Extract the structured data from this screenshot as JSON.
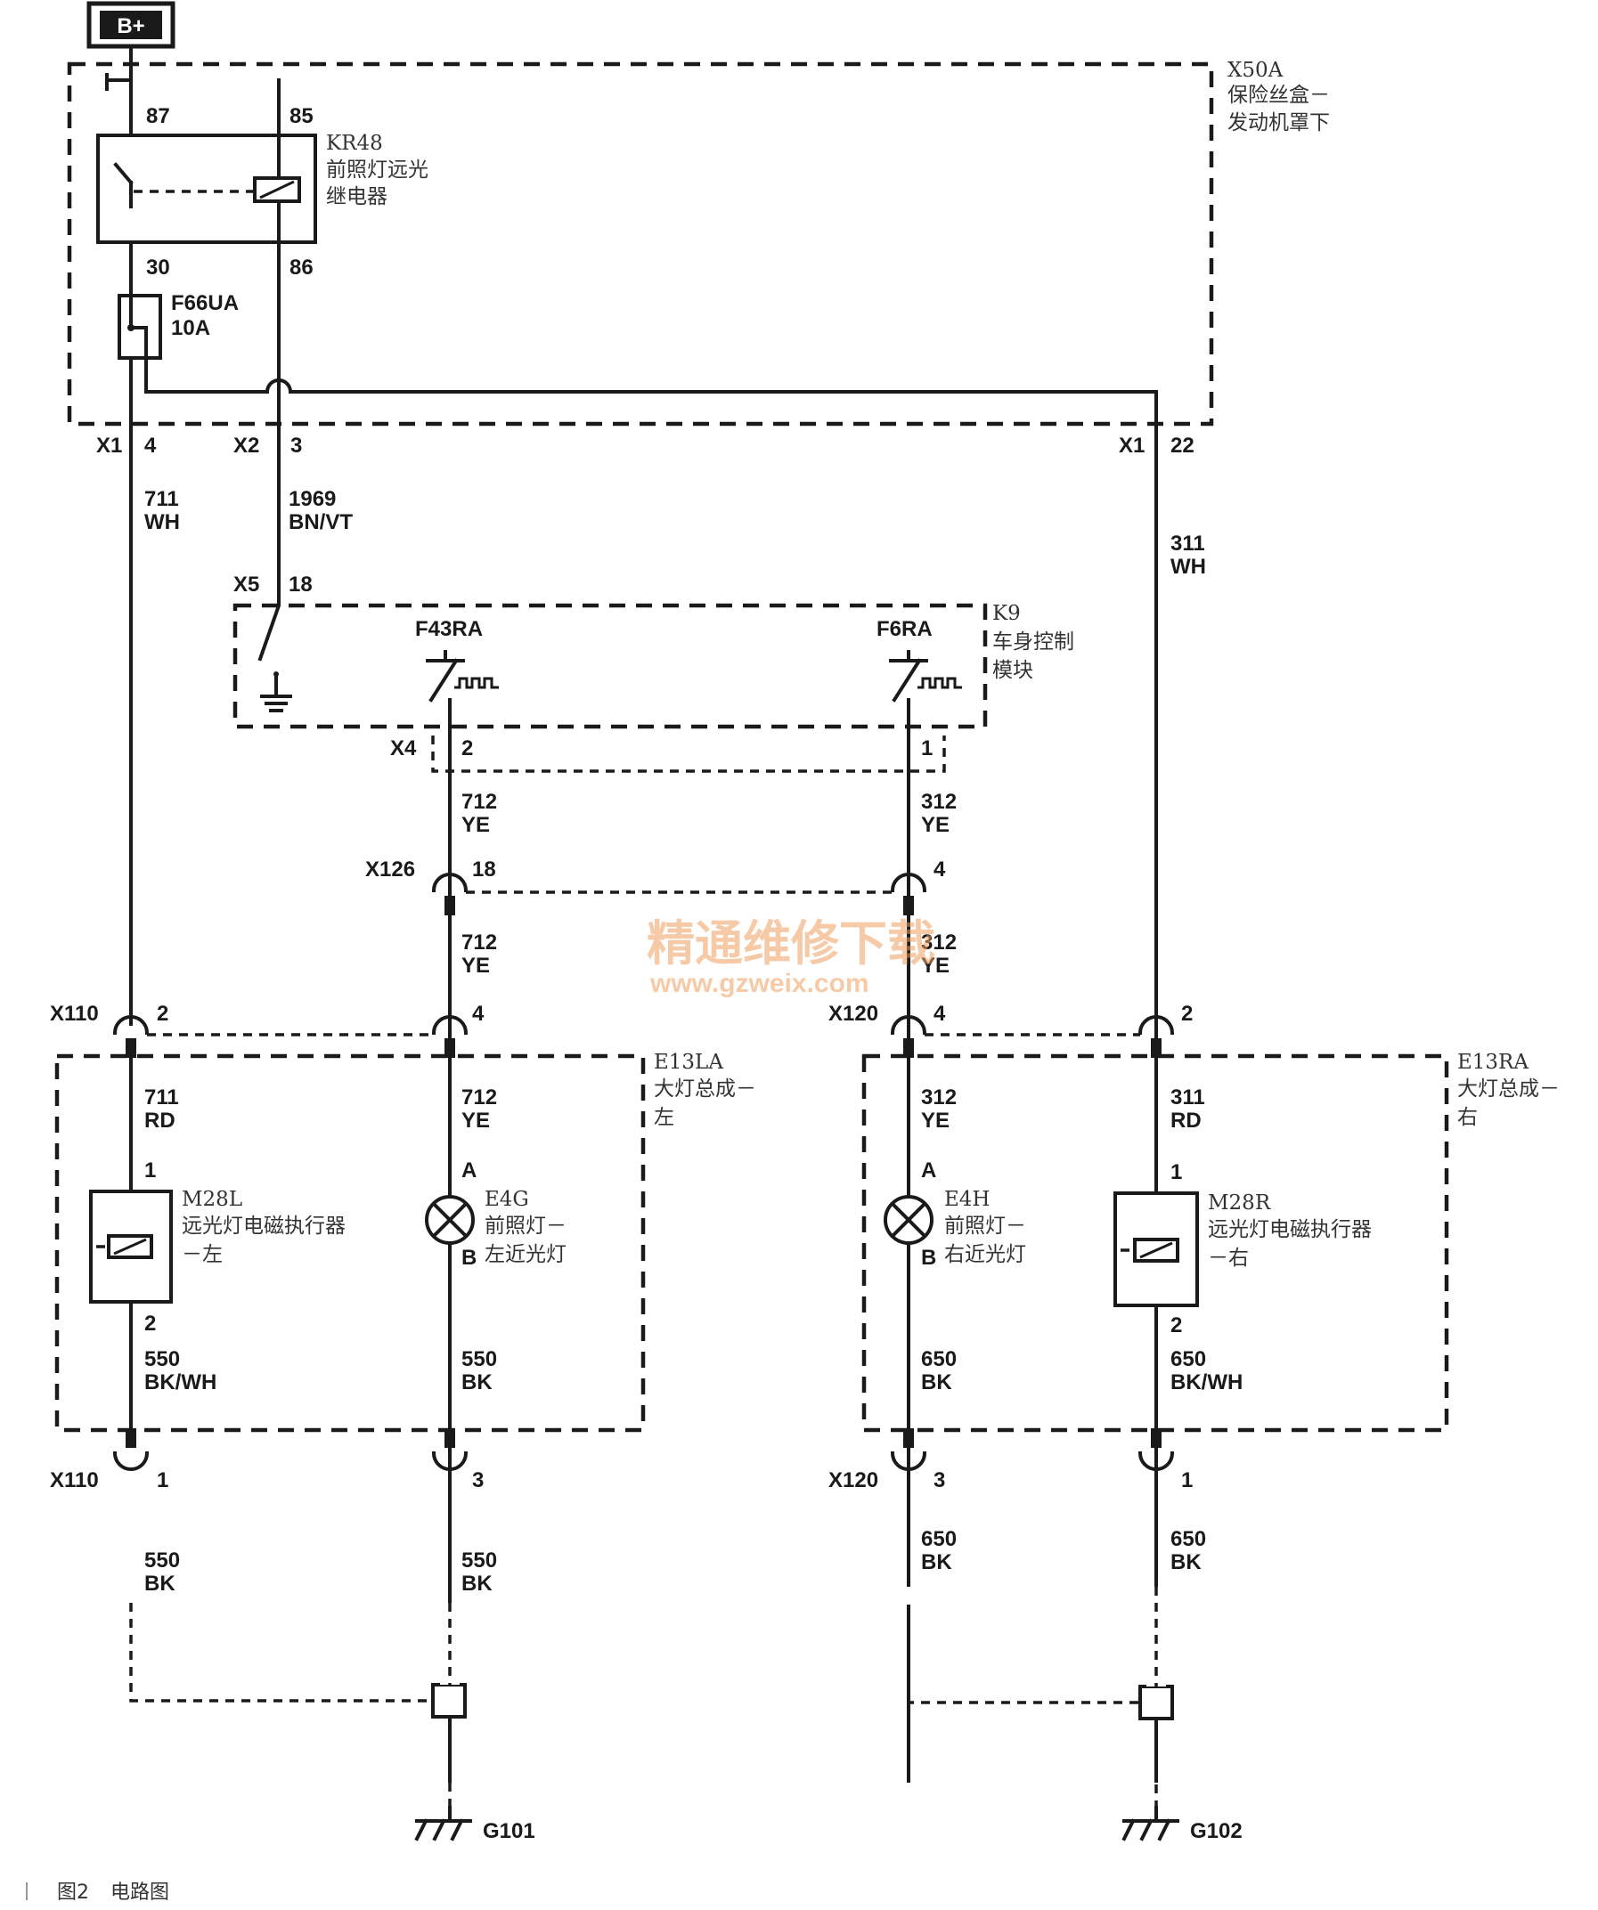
{
  "power": {
    "source": "B+"
  },
  "fuse_box": {
    "ref": "X50A",
    "name_line1": "保险丝盒－",
    "name_line2": "发动机罩下"
  },
  "relay": {
    "ref": "KR48",
    "name_line1": "前照灯远光",
    "name_line2": "继电器",
    "pin_87": "87",
    "pin_85": "85",
    "pin_30": "30",
    "pin_86": "86"
  },
  "fuse": {
    "ref": "F66UA",
    "rating": "10A"
  },
  "connectors": {
    "x1_left": {
      "ref": "X1",
      "pin": "4"
    },
    "x2": {
      "ref": "X2",
      "pin": "3"
    },
    "x1_right": {
      "ref": "X1",
      "pin": "22"
    },
    "x5": {
      "ref": "X5",
      "pin": "18"
    },
    "x4": {
      "ref": "X4",
      "pin_left": "2",
      "pin_right": "1"
    },
    "x126": {
      "ref": "X126",
      "pin_left": "18",
      "pin_right": "4"
    },
    "x110_top": {
      "ref": "X110",
      "pin_left": "2",
      "pin_right": "4"
    },
    "x120_top": {
      "ref": "X120",
      "pin_left": "4",
      "pin_right": "2"
    },
    "x110_bot": {
      "ref": "X110",
      "pin_left": "1",
      "pin_right": "3"
    },
    "x120_bot": {
      "ref": "X120",
      "pin_left": "3",
      "pin_right": "1"
    }
  },
  "wires": {
    "w711": {
      "num": "711",
      "color": "WH"
    },
    "w1969": {
      "num": "1969",
      "color": "BN/VT"
    },
    "w311": {
      "num": "311",
      "color": "WH"
    },
    "w712a": {
      "num": "712",
      "color": "YE"
    },
    "w312a": {
      "num": "312",
      "color": "YE"
    },
    "w712b": {
      "num": "712",
      "color": "YE"
    },
    "w312b": {
      "num": "312",
      "color": "YE"
    },
    "w711rd": {
      "num": "711",
      "color": "RD"
    },
    "w712c": {
      "num": "712",
      "color": "YE"
    },
    "w312c": {
      "num": "312",
      "color": "YE"
    },
    "w311rd": {
      "num": "311",
      "color": "RD"
    },
    "w550bkwh": {
      "num": "550",
      "color": "BK/WH"
    },
    "w550bk_in": {
      "num": "550",
      "color": "BK"
    },
    "w650bk_in": {
      "num": "650",
      "color": "BK"
    },
    "w650bkwh": {
      "num": "650",
      "color": "BK/WH"
    },
    "w550bk_a": {
      "num": "550",
      "color": "BK"
    },
    "w550bk_b": {
      "num": "550",
      "color": "BK"
    },
    "w650bk_a": {
      "num": "650",
      "color": "BK"
    },
    "w650bk_b": {
      "num": "650",
      "color": "BK"
    }
  },
  "bcm": {
    "ref": "K9",
    "name_line1": "车身控制",
    "name_line2": "模块",
    "out_left": "F43RA",
    "out_right": "F6RA"
  },
  "lamp_left": {
    "ref": "E13LA",
    "name_line1": "大灯总成－",
    "name_line2": "左"
  },
  "lamp_right": {
    "ref": "E13RA",
    "name_line1": "大灯总成－",
    "name_line2": "右"
  },
  "solenoid_left": {
    "ref": "M28L",
    "name_line1": "远光灯电磁执行器",
    "name_line2": "－左",
    "pin_top": "1",
    "pin_bot": "2"
  },
  "solenoid_right": {
    "ref": "M28R",
    "name_line1": "远光灯电磁执行器",
    "name_line2": "－右",
    "pin_top": "1",
    "pin_bot": "2"
  },
  "bulb_left": {
    "ref": "E4G",
    "name_line1": "前照灯－",
    "name_line2": "左近光灯",
    "pin_a": "A",
    "pin_b": "B"
  },
  "bulb_right": {
    "ref": "E4H",
    "name_line1": "前照灯－",
    "name_line2": "右近光灯",
    "pin_a": "A",
    "pin_b": "B"
  },
  "grounds": {
    "left": "G101",
    "right": "G102"
  },
  "watermark": {
    "line1": "精通维修下载",
    "line2": "www.gzweix.com"
  },
  "caption": {
    "figure": "图2",
    "title": "电路图"
  }
}
